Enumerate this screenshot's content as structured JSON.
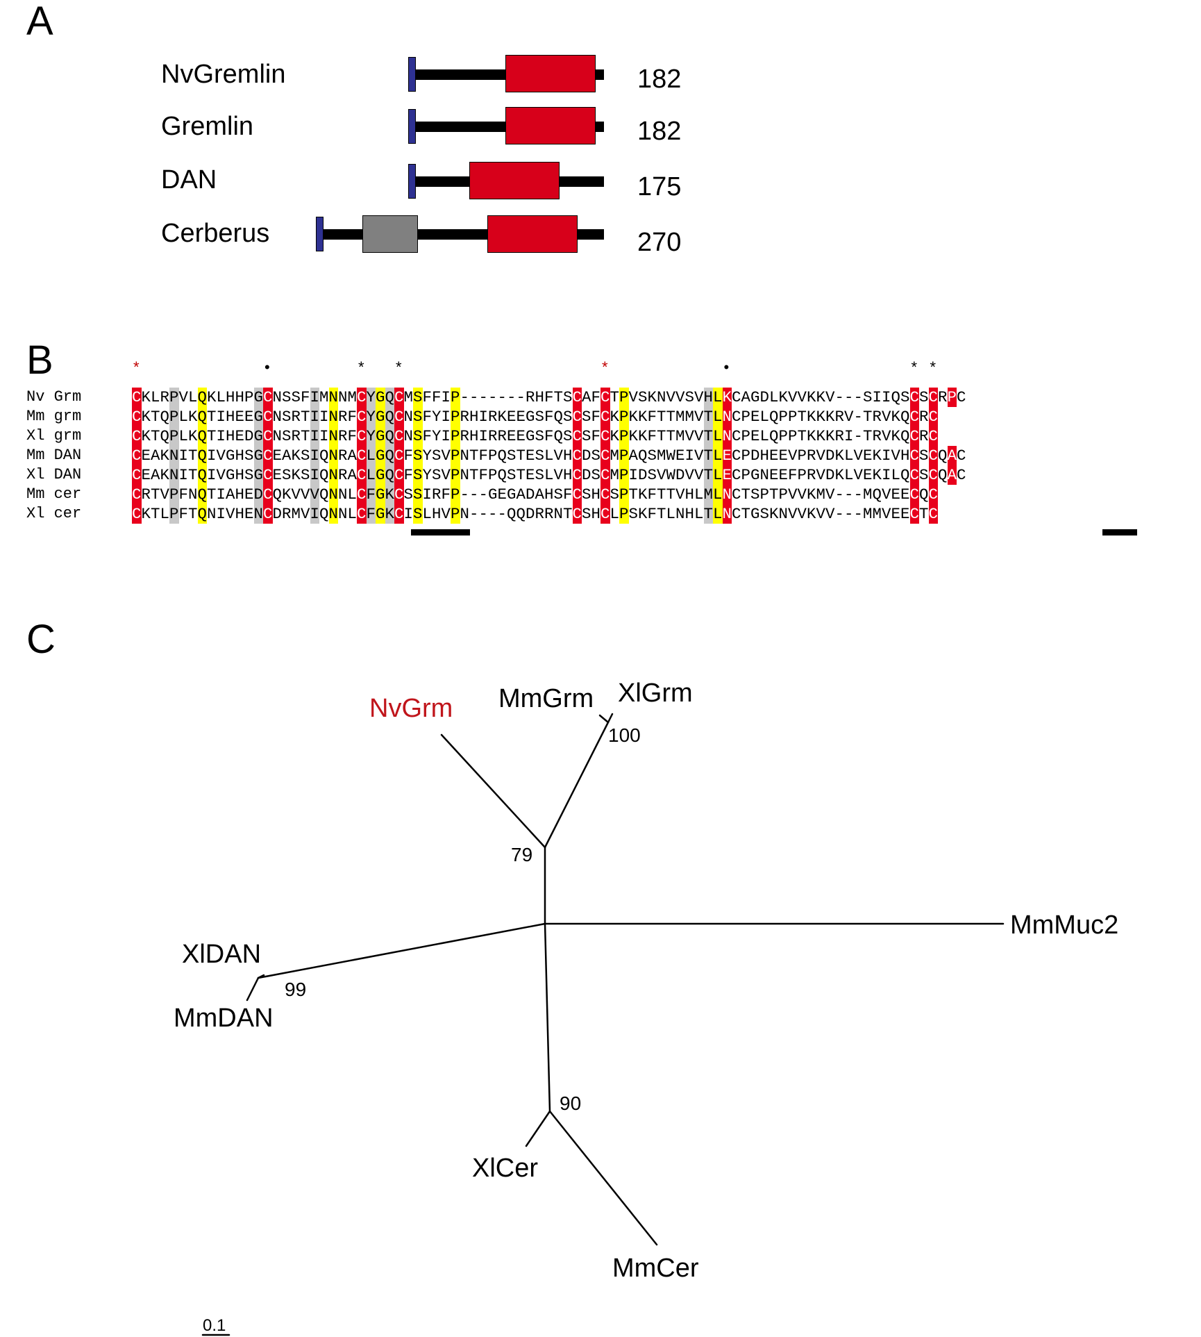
{
  "panels": {
    "a": "A",
    "b": "B",
    "c": "C"
  },
  "proteins": [
    {
      "name": "NvGremlin",
      "length": "182"
    },
    {
      "name": "Gremlin",
      "length": "182"
    },
    {
      "name": "DAN",
      "length": "175"
    },
    {
      "name": "Cerberus",
      "length": "270"
    }
  ],
  "alignment": {
    "names": [
      "Nv Grm",
      "Mm grm",
      "Xl grm",
      "Mm DAN",
      "Xl DAN",
      "Mm cer",
      "Xl cer"
    ],
    "sequences": [
      "CKLRPVLQKLHHPGCNSSFIMNNMCYGQCMSFFIP-------RHFTSCAFCTPVSKNVVSVHLKCAGDLKVVKKV---SIIQSCSCRPC",
      "CKTQPLKQTIHEEGCNSRTIINRFCYGQCNSFYIPRHIRKEEGSFQSCSFCKPKKFTTMMVTLNCPELQPPTKKKRV-TRVKQCRC",
      "CKTQPLKQTIHEDGCNSRTIINRFCYGQCNSFYIPRHIRREEGSFQSCSFCKPKKFTTMVVTLNCPELQPPTKKKRI-TRVKQCRC",
      "CEAKNITQIVGHSGCEAKSIQNRACLGQCFSYSVPNTFPQSTESLVHCDSCMPAQSMWEIVTLECPDHEEVPRVDKLVEKIVHCSCQAC",
      "CEAKNITQIVGHSGCESKSIQNRACLGQCFSYSVPNTFPQSTESLVHCDSCMPIDSVWDVVTLECPGNEEFPRVDKLVEKILQCSCQAC",
      "CRTVPFNQTIAHEDCQKVVVQNNLCFGKCSSIRFP---GEGADAHSFCSHCSPTKFTTVHLMLNCTSPTPVVKMV---MQVEECQC",
      "CKTLPFTQNIVHENCDRMVIQNNLCFGKCISLHVPN----QQDRRNTCSHCLPSKFTLNHLTLNCTGSKNVVKVV---MMVEECTC"
    ],
    "red_columns": [
      0,
      14,
      24,
      28,
      47,
      50,
      63,
      83,
      85,
      87
    ],
    "yellow_columns": [
      7,
      21,
      26,
      30,
      34,
      52,
      62
    ],
    "grey_columns": [
      4,
      13,
      19,
      25,
      27,
      61
    ],
    "marks": [
      {
        "col": 0,
        "symbol": "*",
        "color": "#c00000"
      },
      {
        "col": 14,
        "symbol": "•",
        "color": "#000000"
      },
      {
        "col": 24,
        "symbol": "*",
        "color": "#000000"
      },
      {
        "col": 28,
        "symbol": "*",
        "color": "#000000"
      },
      {
        "col": 50,
        "symbol": "*",
        "color": "#c00000"
      },
      {
        "col": 63,
        "symbol": "•",
        "color": "#000000"
      },
      {
        "col": 83,
        "symbol": "*",
        "color": "#000000"
      },
      {
        "col": 85,
        "symbol": "*",
        "color": "#000000"
      }
    ]
  },
  "tree": {
    "taxa": {
      "nvgrm": "NvGrm",
      "mmgrm": "MmGrm",
      "xlgrm": "XlGrm",
      "mmmuc2": "MmMuc2",
      "xldan": "XlDAN",
      "mmdan": "MmDAN",
      "xlcer": "XlCer",
      "mmcer": "MmCer"
    },
    "bootstrap": {
      "grm": "100",
      "root": "79",
      "dan": "99",
      "cer": "90"
    },
    "scale_bar": "0.1",
    "highlight_color": "#c0151b"
  },
  "colors": {
    "signal_peptide": "#2e3192",
    "cysteine_knot": "#d7001a",
    "grey_domain": "#808080"
  }
}
